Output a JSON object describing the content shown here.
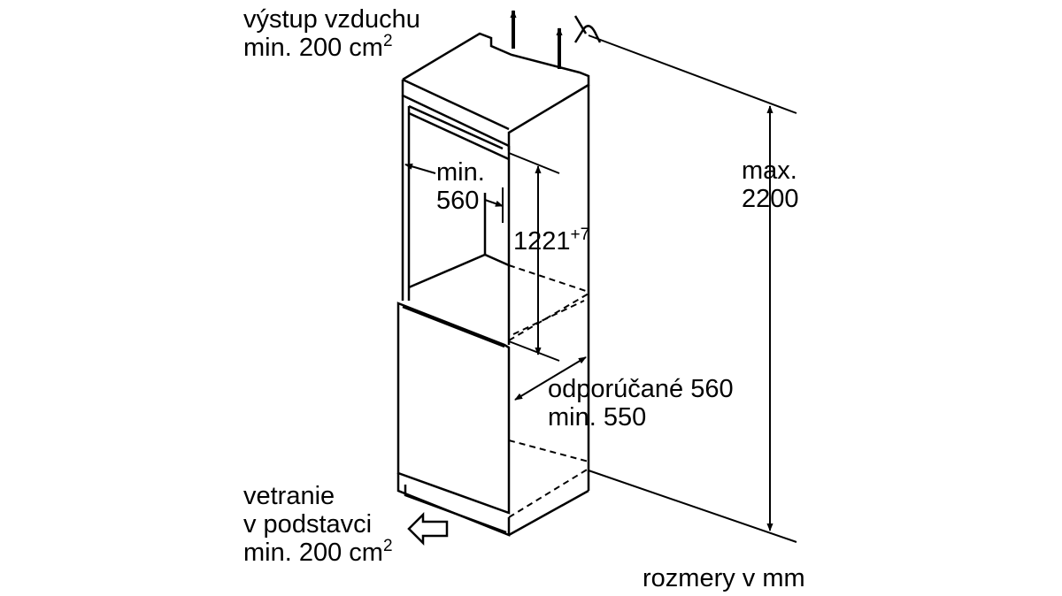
{
  "labels": {
    "air_outlet_line1": "výstup vzduchu",
    "air_outlet_line2": "min. 200 cm",
    "air_outlet_sup": "2",
    "width_min_line1": "min.",
    "width_min_line2": "560",
    "height_value": "1221",
    "height_tolerance": "+7",
    "max_height_line1": "max.",
    "max_height_line2": "2200",
    "depth_line1": "odporúčané 560",
    "depth_line2": "min. 550",
    "plinth_line1": "vetranie",
    "plinth_line2": "v podstavci",
    "plinth_line3": "min. 200 cm",
    "plinth_sup": "2",
    "units": "rozmery v mm"
  }
}
